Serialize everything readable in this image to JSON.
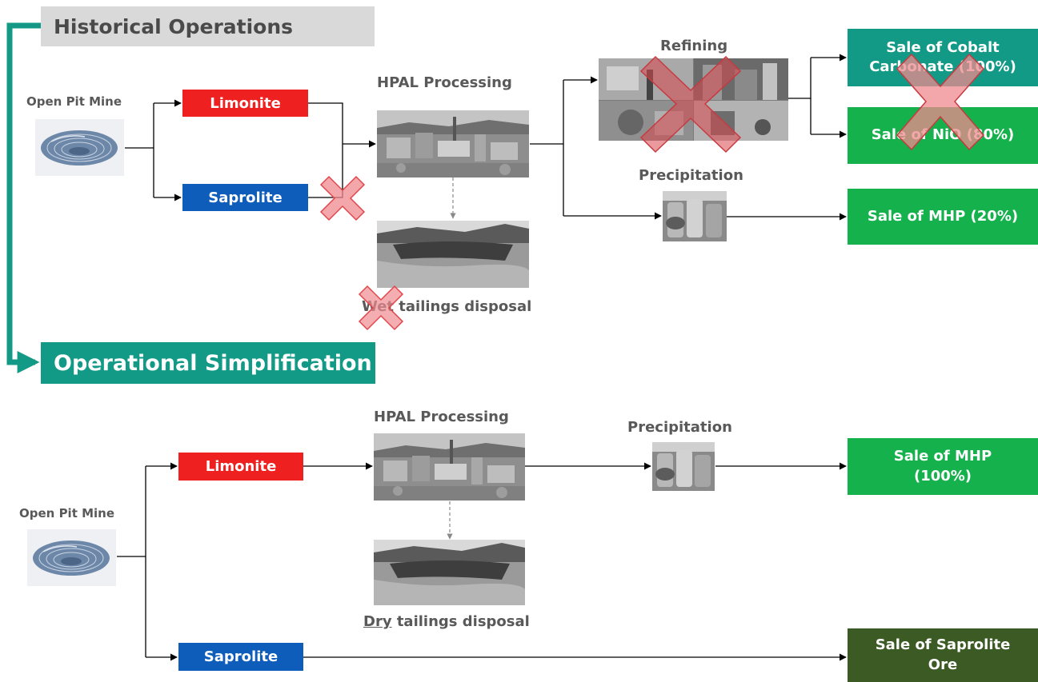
{
  "historical": {
    "title": "Historical Operations",
    "mine_label": "Open Pit Mine",
    "limonite": "Limonite",
    "saprolite": "Saprolite",
    "hpal": "HPAL Processing",
    "tailings": "Wet tailings disposal",
    "refining": "Refining",
    "precipitation": "Precipitation",
    "sales": {
      "cobalt": "Sale of Cobalt Carbonate (100%)",
      "nio": "Sale of NiO (80%)",
      "mhp": "Sale of MHP (20%)"
    }
  },
  "simplified": {
    "title": "Operational Simplification",
    "mine_label": "Open Pit Mine",
    "limonite": "Limonite",
    "saprolite": "Saprolite",
    "hpal": "HPAL Processing",
    "tailings_underlined": "Dry",
    "tailings_rest": " tailings disposal",
    "precipitation": "Precipitation",
    "sales": {
      "mhp": "Sale of MHP (100%)",
      "saprolite_ore": "Sale of Saprolite Ore"
    }
  },
  "colors": {
    "limonite": "#ef2020",
    "saprolite": "#0e5dbb",
    "teal": "#139a86",
    "green": "#14b14c",
    "dark_green": "#3c5a24",
    "cross": "#e0474c"
  },
  "icons": {
    "discontinued": "cross-mark-icon",
    "mine": "open-pit-icon"
  }
}
